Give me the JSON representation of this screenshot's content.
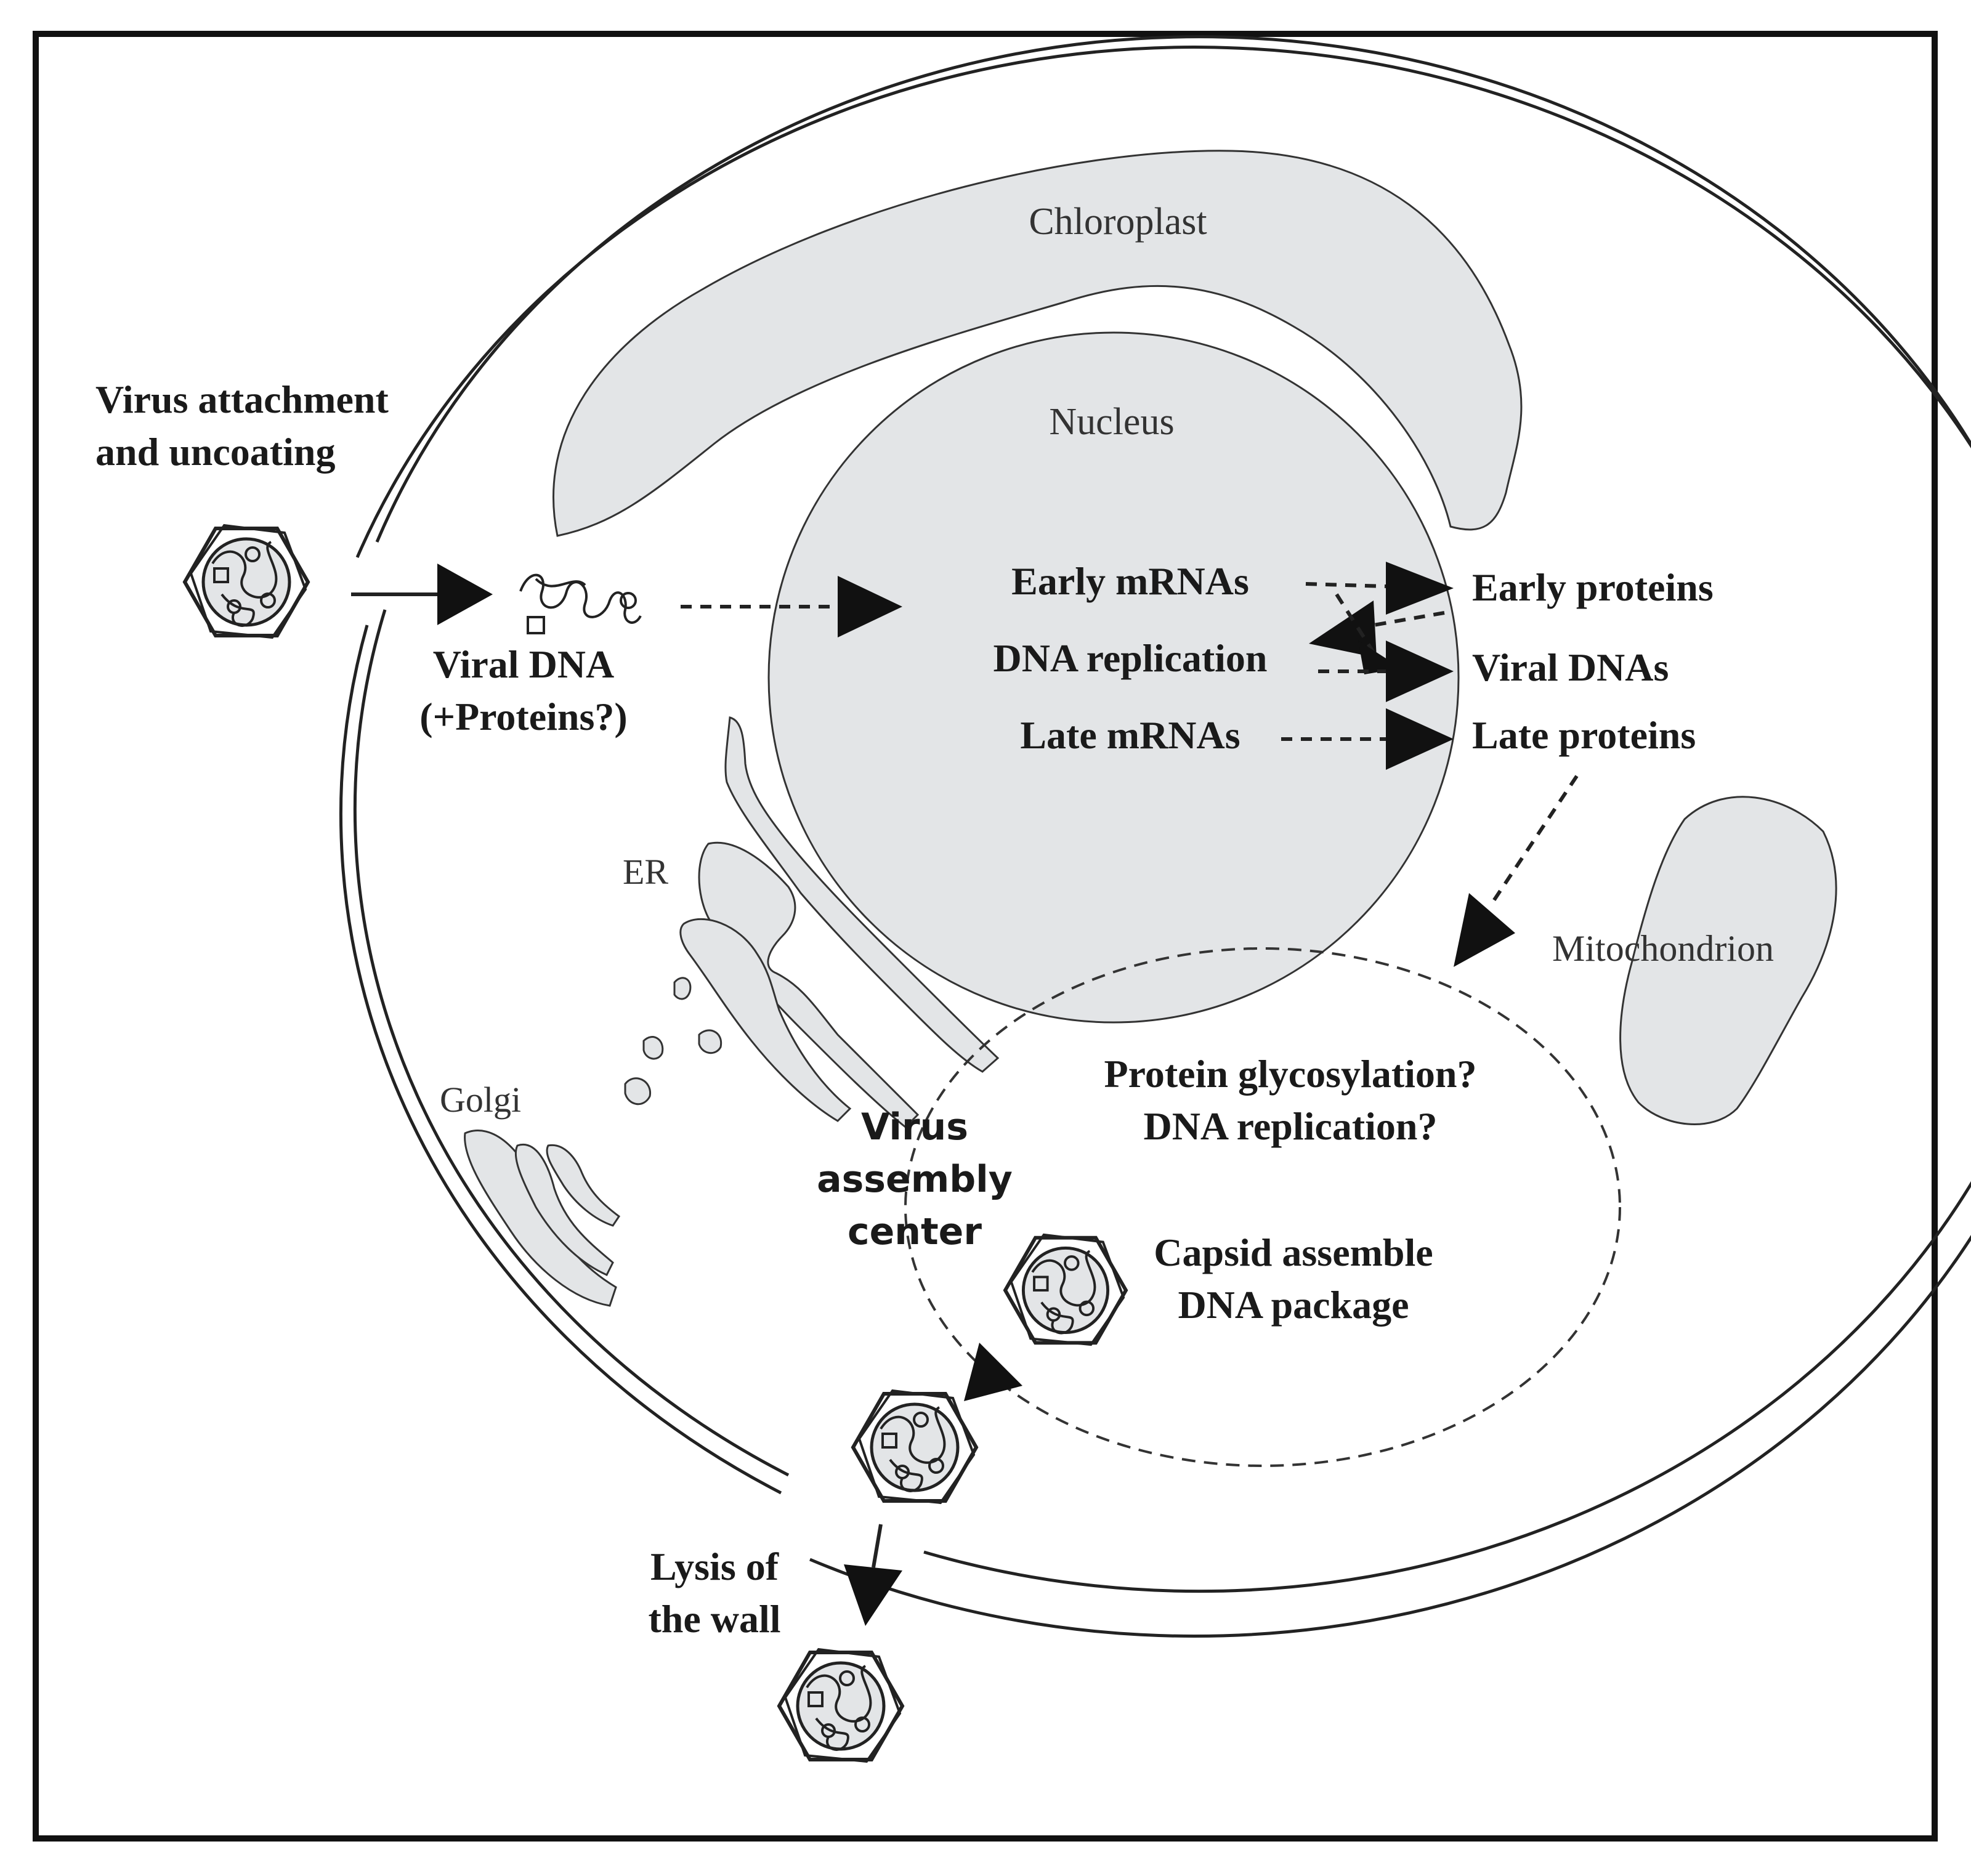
{
  "labels": {
    "chloroplast": "Chloroplast",
    "nucleus": "Nucleus",
    "er": "ER",
    "golgi": "Golgi",
    "mitochondrion": "Mitochondrion",
    "virus_attachment_line1": "Virus attachment",
    "virus_attachment_line2": "and uncoating",
    "viral_dna_line1": "Viral DNA",
    "viral_dna_line2": "(+Proteins?)",
    "early_mrnas": "Early mRNAs",
    "dna_replication": "DNA replication",
    "late_mrnas": "Late mRNAs",
    "early_proteins": "Early proteins",
    "viral_dnas": "Viral DNAs",
    "late_proteins": "Late proteins",
    "glycosylation_line1": "Protein glycosylation?",
    "glycosylation_line2": "DNA replication?",
    "assembly_line1": "Virus",
    "assembly_line2": "assembly",
    "assembly_line3": "center",
    "capsid_line1": "Capsid assemble",
    "capsid_line2": "DNA package",
    "lysis_line1": "Lysis of",
    "lysis_line2": "the wall"
  },
  "colors": {
    "organelle_fill": "#e3e5e7",
    "stroke": "#222222",
    "background": "#ffffff"
  }
}
